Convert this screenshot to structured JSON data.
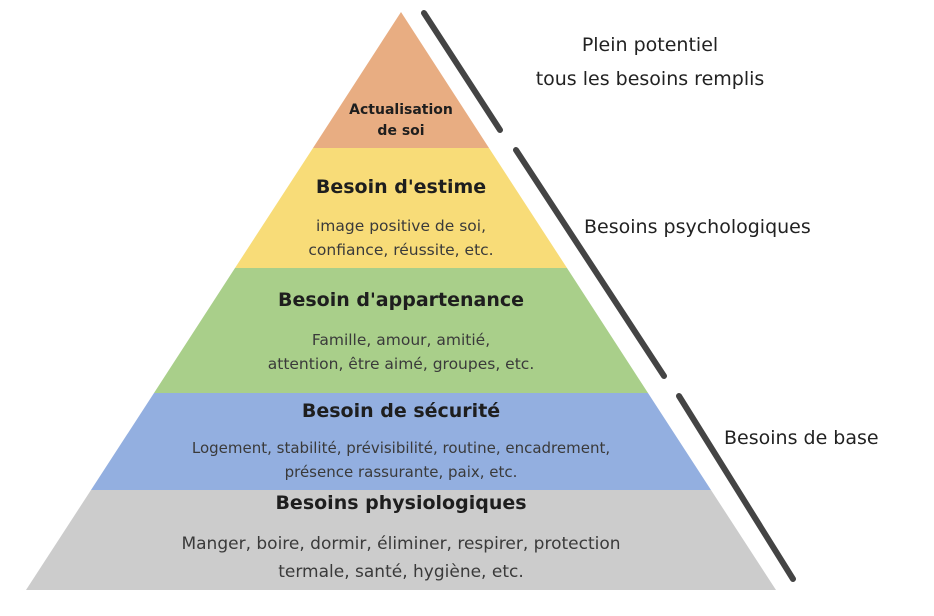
{
  "colors": {
    "self_actualization": "#e8ad82",
    "esteem": "#f8dc78",
    "belonging": "#a9cf8a",
    "safety": "#93afe0",
    "physiological": "#cccccc",
    "bracket": "#444444"
  },
  "levels": [
    {
      "title": "Actualisation de soi",
      "title_lines": [
        "Actualisation",
        "de soi"
      ]
    },
    {
      "title": "Besoin d'estime",
      "desc_lines": [
        "image positive de soi,",
        "confiance, réussite, etc."
      ]
    },
    {
      "title": "Besoin d'appartenance",
      "desc_lines": [
        "Famille, amour, amitié,",
        "attention, être aimé, groupes, etc."
      ]
    },
    {
      "title": "Besoin de sécurité",
      "desc_lines": [
        "Logement, stabilité, prévisibilité, routine, encadrement,",
        "présence rassurante, paix, etc."
      ]
    },
    {
      "title": "Besoins physiologiques",
      "desc_lines": [
        "Manger, boire, dormir, éliminer, respirer, protection",
        "termale, santé, hygiène, etc."
      ]
    }
  ],
  "groups": [
    {
      "lines": [
        "Plein potentiel",
        "tous les besoins remplis"
      ]
    },
    {
      "lines": [
        "Besoins psychologiques"
      ]
    },
    {
      "lines": [
        "Besoins de base"
      ]
    }
  ]
}
